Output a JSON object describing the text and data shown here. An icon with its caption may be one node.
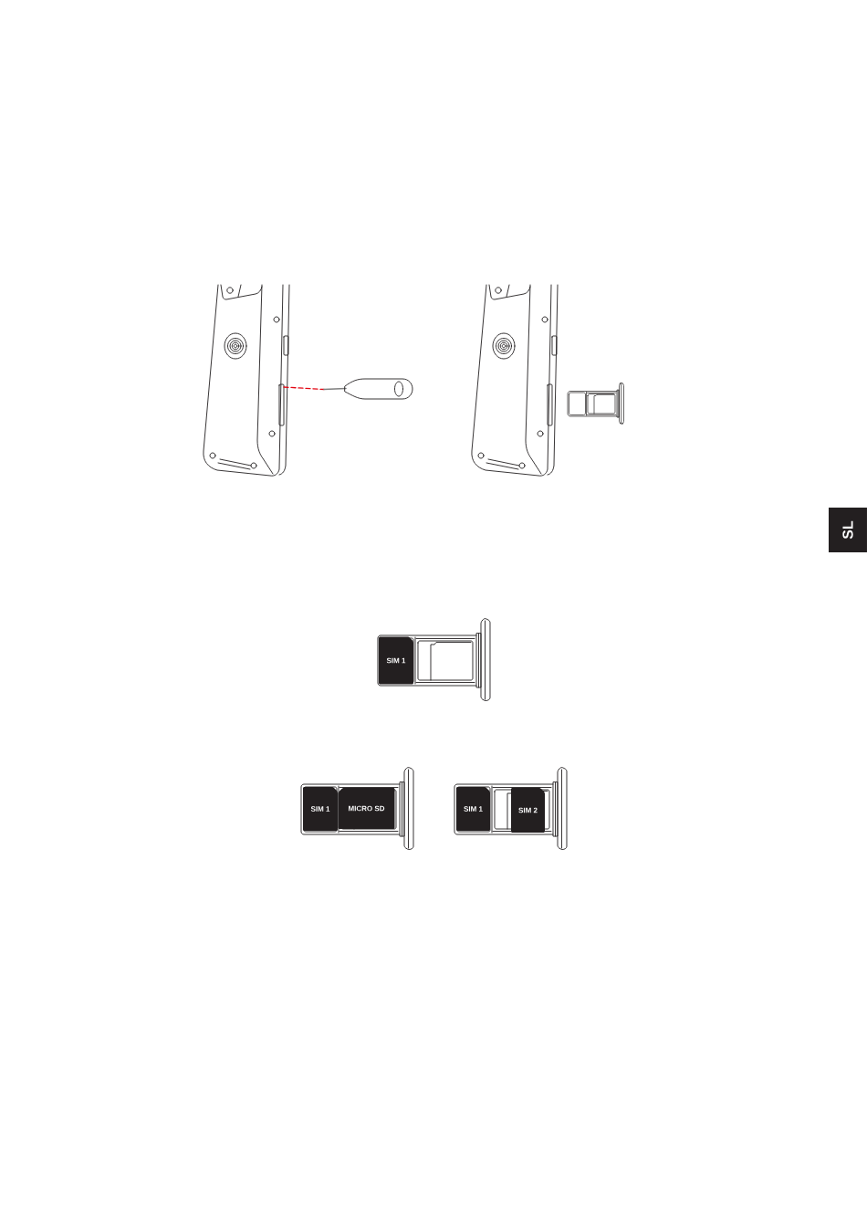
{
  "diagram": {
    "nodes": [
      {
        "text": [
          "SL"
        ]
      },
      {
        "text": [
          "SIM 1"
        ]
      },
      {
        "text": [
          "SIM 1"
        ]
      },
      {
        "text": [
          "MICRO SD"
        ]
      },
      {
        "text": [
          "SIM 1"
        ]
      },
      {
        "text": [
          "SIM 2"
        ]
      }
    ]
  }
}
